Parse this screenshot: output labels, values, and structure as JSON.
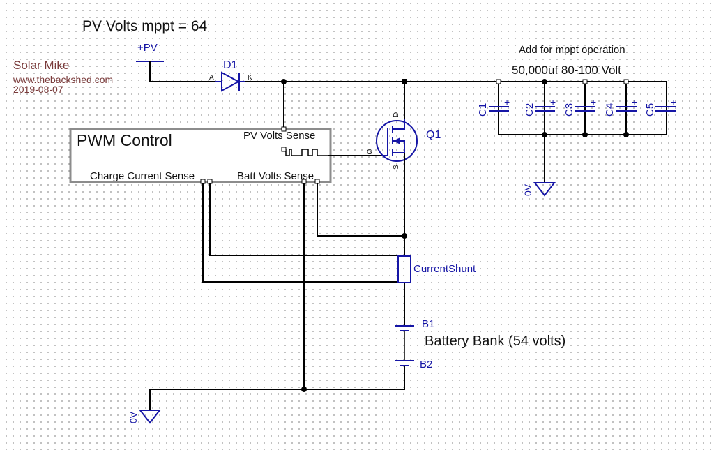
{
  "annotations": {
    "title": "PV Volts mppt = 64",
    "author": "Solar Mike",
    "website": "www.thebackshed.com",
    "date": "2019-08-07",
    "cap_note_line1": "Add for mppt operation",
    "cap_note_line2": "50,000uf 80-100 Volt",
    "battery_note": "Battery Bank (54 volts)"
  },
  "pwm_block": {
    "title": "PWM Control",
    "pv_sense": "PV Volts Sense",
    "charge_sense": "Charge Current Sense",
    "batt_sense": "Batt Volts Sense"
  },
  "components": {
    "pv_source": "+PV",
    "diode": {
      "ref": "D1",
      "anode": "A",
      "cathode": "K"
    },
    "mosfet": {
      "ref": "Q1",
      "gate": "G",
      "drain": "D",
      "source": "S"
    },
    "capacitors": [
      "C1",
      "C2",
      "C3",
      "C4",
      "C5"
    ],
    "cap_plus": "+",
    "shunt": "CurrentShunt",
    "batteries": [
      "B1",
      "B2"
    ],
    "ground_labels": [
      "0V",
      "0V"
    ]
  },
  "colors": {
    "component": "#1616a6",
    "wire": "#000000",
    "author_text": "#7a3b3b",
    "block_border": "#8c8c8c"
  }
}
